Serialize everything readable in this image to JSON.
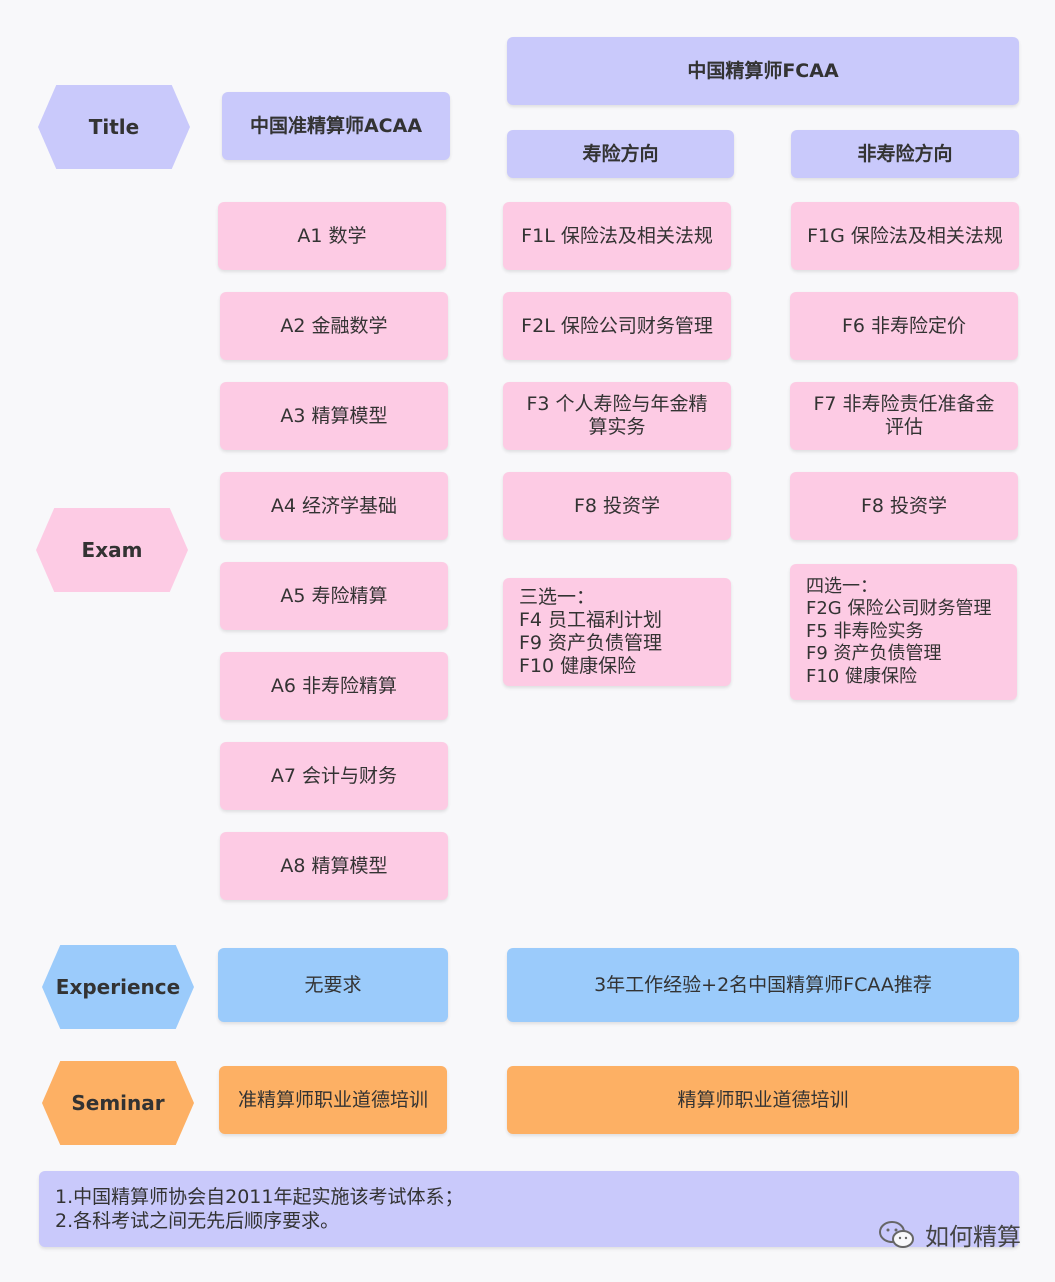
{
  "side_labels": {
    "title": "Title",
    "exam": "Exam",
    "experience": "Experience",
    "seminar": "Seminar"
  },
  "headers": {
    "acaa": "中国准精算师ACAA",
    "fcaa": "中国精算师FCAA",
    "life": "寿险方向",
    "nonlife": "非寿险方向"
  },
  "acaa_exams": [
    "A1 数学",
    "A2 金融数学",
    "A3 精算模型",
    "A4 经济学基础",
    "A5 寿险精算",
    "A6 非寿险精算",
    "A7 会计与财务",
    "A8 精算模型"
  ],
  "life_exams": [
    "F1L 保险法及相关法规",
    "F2L 保险公司财务管理",
    "F3 个人寿险与年金精算实务",
    "F8 投资学"
  ],
  "life_elective": [
    "三选一：",
    "F4 员工福利计划",
    "F9 资产负债管理",
    "F10 健康保险"
  ],
  "nonlife_exams": [
    "F1G 保险法及相关法规",
    "F6 非寿险定价",
    "F7 非寿险责任准备金评估",
    "F8 投资学"
  ],
  "nonlife_elective": [
    "四选一：",
    "F2G 保险公司财务管理",
    "F5 非寿险实务",
    "F9 资产负债管理",
    "F10 健康保险"
  ],
  "experience": {
    "acaa": "无要求",
    "fcaa": "3年工作经验+2名中国精算师FCAA推荐"
  },
  "seminar": {
    "acaa": "准精算师职业道德培训",
    "fcaa": "精算师职业道德培训"
  },
  "notes": [
    "1.中国精算师协会自2011年起实施该考试体系；",
    "2.各科考试之间无先后顺序要求。"
  ],
  "watermark": "如何精算",
  "colors": {
    "lavender": "#c9c9fb",
    "pink": "#fdcbe4",
    "blue": "#9bcbfb",
    "orange": "#fdb064"
  }
}
